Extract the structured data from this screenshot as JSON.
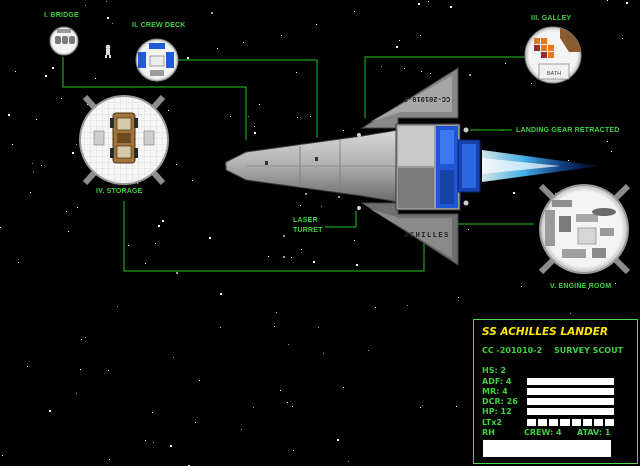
{
  "rooms": {
    "bridge": "I. BRIDGE",
    "crew_deck": "II. CREW DECK",
    "galley": "III. GALLEY",
    "storage": "IV. STORAGE",
    "engine_room": "V. ENGINE ROOM",
    "galley_bath": "BATH"
  },
  "callouts": {
    "landing_gear": "LANDING GEAR RETRACTED",
    "laser_turret_line1": "LASER",
    "laser_turret_line2": "TURRET"
  },
  "ship": {
    "hull_number": "CC-201010-2",
    "hull_name": "ACHILLES"
  },
  "stats": {
    "title": "SS ACHILLES LANDER",
    "designation": "CC -201010-2",
    "role": "SURVEY SCOUT",
    "hs": "HS: 2",
    "adf": "ADF: 4",
    "mr": "MR: 4",
    "dcr": "DCR: 26",
    "hp": "HP: 12",
    "ltx": "LTx2",
    "rh": "RH",
    "crew": "CREW: 4",
    "atav": "ATAV: 1"
  },
  "colors": {
    "lines": "#22c422",
    "labels": "#3fd23f",
    "title": "#ffe600",
    "engine_flame": "#2aa8ff"
  }
}
